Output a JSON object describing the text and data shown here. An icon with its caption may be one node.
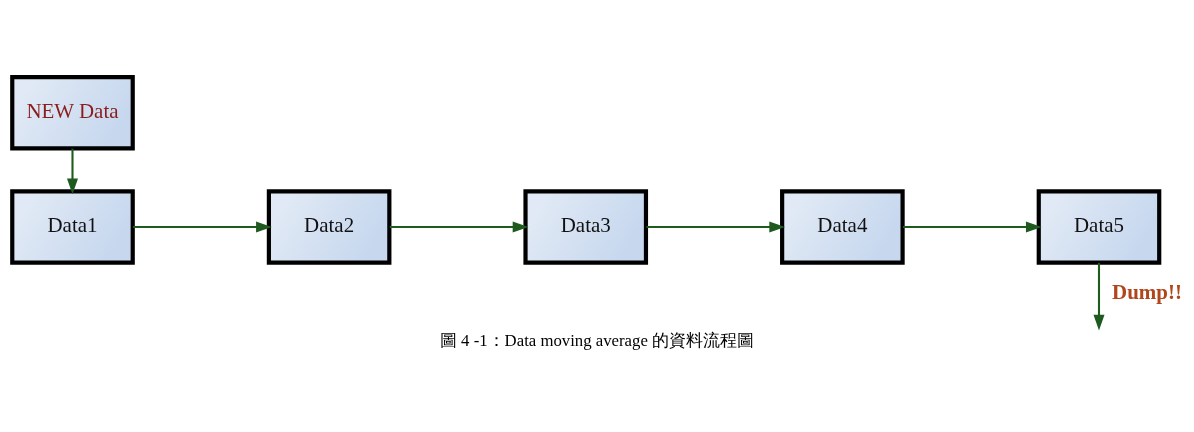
{
  "diagram": {
    "caption": "圖 4 -1：Data moving average 的資料流程圖",
    "nodes": [
      {
        "text": [
          "NEW Data"
        ]
      },
      {
        "text": [
          "Data1"
        ]
      },
      {
        "text": [
          "Data2"
        ]
      },
      {
        "text": [
          "Data3"
        ]
      },
      {
        "text": [
          "Data4"
        ]
      },
      {
        "text": [
          "Data5"
        ]
      }
    ],
    "edges": [
      {
        "from": 0,
        "to": 1,
        "arrow": "to"
      },
      {
        "from": 1,
        "to": 2,
        "arrow": "to"
      },
      {
        "from": 2,
        "to": 3,
        "arrow": "to"
      },
      {
        "from": 3,
        "to": 4,
        "arrow": "to"
      },
      {
        "from": 4,
        "to": 5,
        "arrow": "to"
      },
      {
        "from": 5,
        "to": null,
        "arrow": "to",
        "label": "Dump!!"
      }
    ]
  }
}
